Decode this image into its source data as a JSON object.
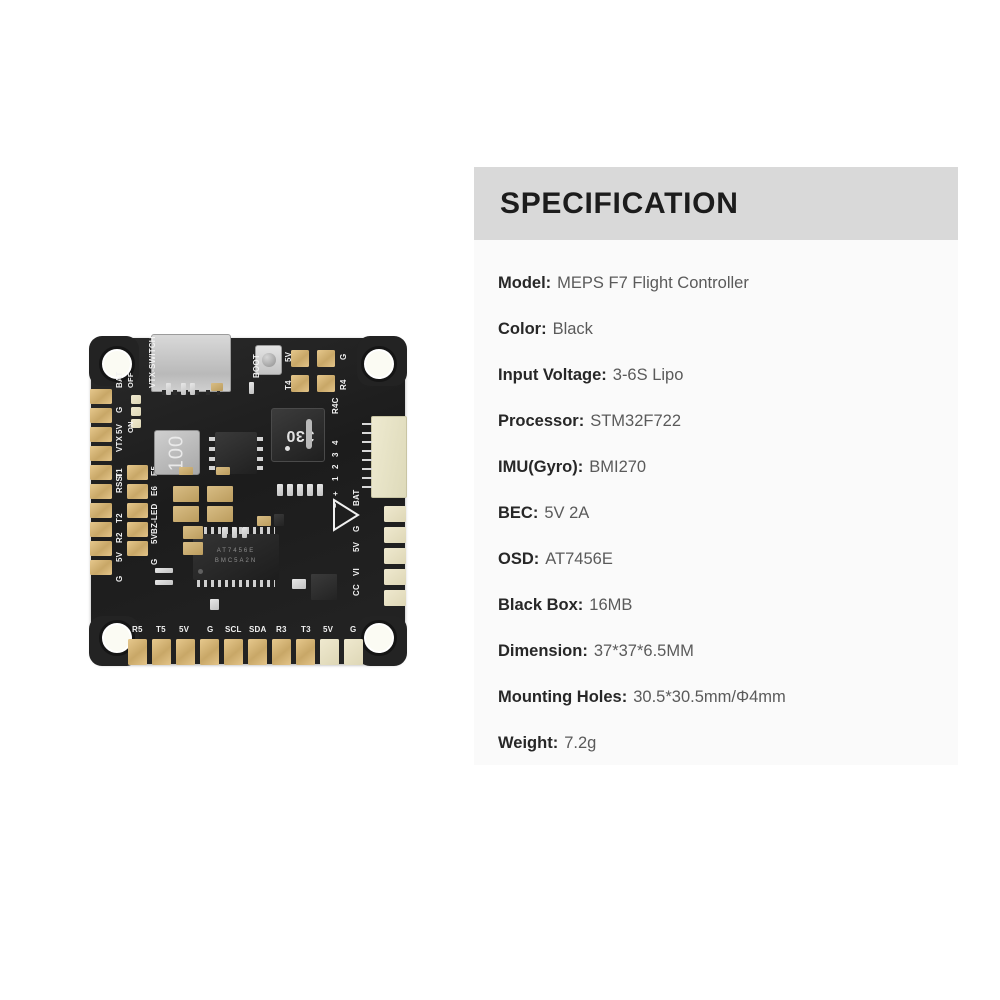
{
  "spec_panel": {
    "title": "SPECIFICATION",
    "header_bg": "#d9d9d9",
    "body_bg": "#fafafa",
    "label_color": "#272727",
    "value_color": "#5a5a5a",
    "rows": [
      {
        "label": "Model:",
        "value": "MEPS F7 Flight Controller"
      },
      {
        "label": "Color:",
        "value": "Black"
      },
      {
        "label": "Input Voltage:",
        "value": "3-6S Lipo"
      },
      {
        "label": "Processor:",
        "value": "STM32F722"
      },
      {
        "label": "IMU(Gyro):",
        "value": "BMI270"
      },
      {
        "label": "BEC:",
        "value": "5V 2A"
      },
      {
        "label": "OSD:",
        "value": "AT7456E"
      },
      {
        "label": "Black Box:",
        "value": "16MB"
      },
      {
        "label": "Dimension:",
        "value": "37*37*6.5MM"
      },
      {
        "label": "Mounting Holes:",
        "value": "30.5*30.5mm/Φ4mm"
      },
      {
        "label": "Weight:",
        "value": "7.2g"
      }
    ]
  },
  "board": {
    "product": "MEPS F7 Flight Controller",
    "pcb_color": "#1f1f1f",
    "pad_color": "#d7b877",
    "silk_color": "#f2f2f2",
    "components": {
      "usb_connector": "USB-C",
      "boot_button": "BOOT",
      "inductor_marking": "100",
      "capacitor_marking": "330",
      "osd_ic_line1": "AT7456E",
      "osd_ic_line2": "BMC5A2N",
      "jst_connector": "R4C JST"
    },
    "silkscreen": {
      "top_pads_left": [
        "5V",
        "T4"
      ],
      "top_pads_right": [
        "G",
        "R4"
      ],
      "boot_label": "BOOT",
      "vtx_switch": "VTX-SWITCH",
      "switch_off": "OFF",
      "switch_on": "ON",
      "left_outer_pads": [
        "BAT",
        "G",
        "5V",
        "VTX",
        "T1",
        "RSSI",
        "T2",
        "R2",
        "5V",
        "G"
      ],
      "left_inner_pads": [
        "E5",
        "E6",
        "BZ-LED",
        "5V",
        "G"
      ],
      "right_jst_label": "R4C",
      "right_jst_pins": [
        "4",
        "3",
        "2",
        "1",
        "+",
        "−"
      ],
      "right_pads": [
        "BAT",
        "G",
        "5V",
        "VI",
        "CC"
      ],
      "bottom_pads": [
        "R5",
        "T5",
        "5V",
        "G",
        "SCL",
        "SDA",
        "R3",
        "T3",
        "5V",
        "G"
      ]
    }
  }
}
